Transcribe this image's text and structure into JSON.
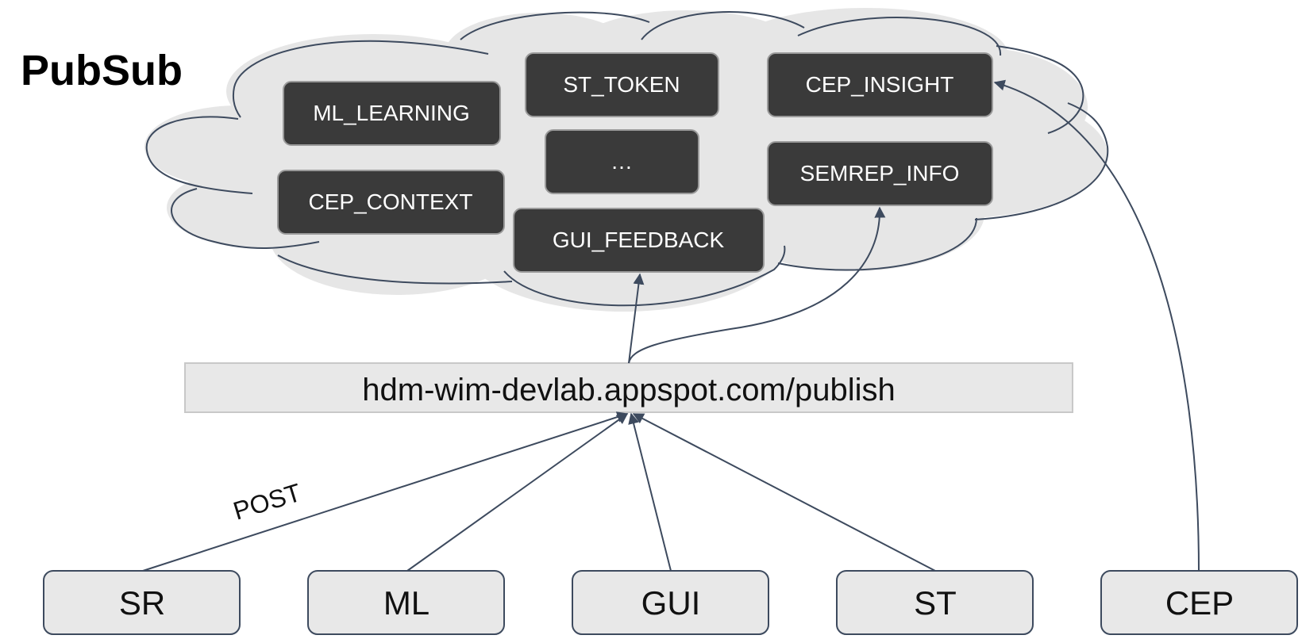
{
  "title": "PubSub",
  "topics": {
    "ml_learning": "ML_LEARNING",
    "st_token": "ST_TOKEN",
    "cep_insight": "CEP_INSIGHT",
    "ellipsis": "…",
    "semrep_info": "SEMREP_INFO",
    "cep_context": "CEP_CONTEXT",
    "gui_feedback": "GUI_FEEDBACK"
  },
  "endpoint": "hdm-wim-devlab.appspot.com/publish",
  "edge_label": "POST",
  "clients": {
    "sr": "SR",
    "ml": "ML",
    "gui": "GUI",
    "st": "ST",
    "cep": "CEP"
  },
  "colors": {
    "topic_fill": "#3a3a3a",
    "cloud_fill": "#e6e6e6",
    "line": "#3d4a5e"
  }
}
